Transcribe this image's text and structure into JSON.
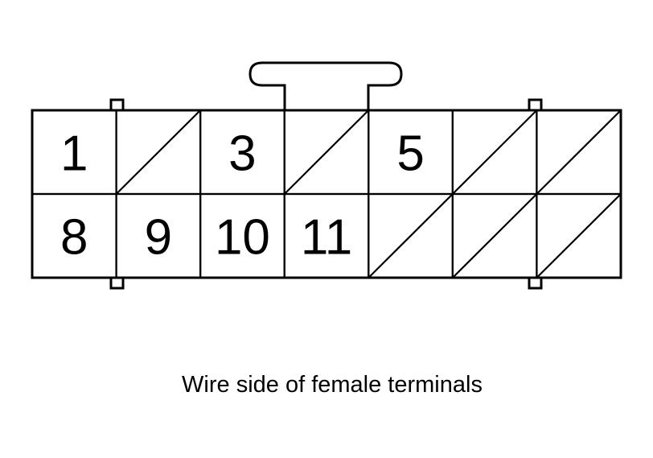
{
  "connector": {
    "rows": [
      [
        {
          "label": "1",
          "empty": false
        },
        {
          "label": "",
          "empty": true
        },
        {
          "label": "3",
          "empty": false
        },
        {
          "label": "",
          "empty": true
        },
        {
          "label": "5",
          "empty": false
        },
        {
          "label": "",
          "empty": true
        },
        {
          "label": "",
          "empty": true
        }
      ],
      [
        {
          "label": "8",
          "empty": false
        },
        {
          "label": "9",
          "empty": false
        },
        {
          "label": "10",
          "empty": false
        },
        {
          "label": "11",
          "empty": false
        },
        {
          "label": "",
          "empty": true
        },
        {
          "label": "",
          "empty": true
        },
        {
          "label": "",
          "empty": true
        }
      ]
    ]
  },
  "caption": "Wire side of female terminals"
}
